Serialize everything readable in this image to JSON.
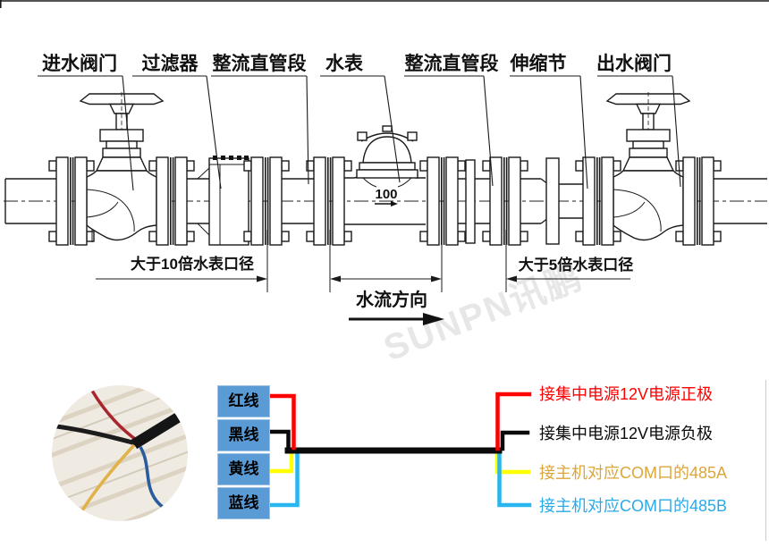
{
  "diagram": {
    "labels": [
      {
        "text": "进水阀门"
      },
      {
        "text": "过滤器"
      },
      {
        "text": "整流直管段"
      },
      {
        "text": "水表"
      },
      {
        "text": "整流直管段"
      },
      {
        "text": "伸缩节"
      },
      {
        "text": "出水阀门"
      }
    ],
    "meter_size": "100",
    "dim_left": "大于10倍水表口径",
    "dim_right": "大于5倍水表口径",
    "flow": "水流方向",
    "watermark": "SUNPN讯鹏"
  },
  "wiring": {
    "box_fill": "#5b9bd5",
    "wires": [
      {
        "box_label": "红线",
        "wire_color": "#ff0000",
        "connection": "接集中电源12V电源正极",
        "text_color": "#ff0000"
      },
      {
        "box_label": "黑线",
        "wire_color": "#0a0a0a",
        "connection": "接集中电源12V电源负极",
        "text_color": "#0a0a0a"
      },
      {
        "box_label": "黄线",
        "wire_color": "#ffff00",
        "connection": "接主机对应COM口的485A",
        "text_color": "#dca63a"
      },
      {
        "box_label": "蓝线",
        "wire_color": "#29b6f0",
        "connection": "接主机对应COM口的485B",
        "text_color": "#2aabe9"
      }
    ]
  }
}
